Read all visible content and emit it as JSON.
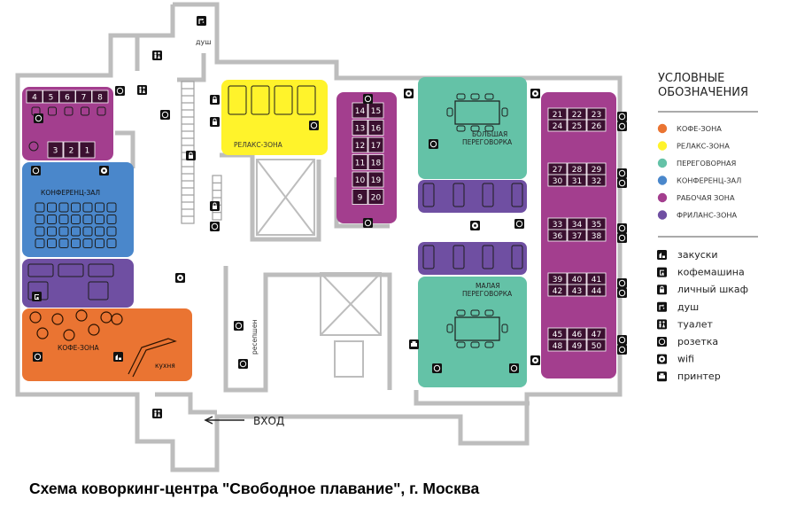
{
  "colors": {
    "coffee": "#ea7432",
    "relax": "#fff32b",
    "meeting": "#64c2a7",
    "conference": "#4a87cb",
    "work": "#a33e8e",
    "freelance": "#6f4fa2",
    "wall": "#bdbdbd",
    "desk": "#3b1030"
  },
  "zones": {
    "relax": "РЕЛАКС-ЗОНА",
    "conference": "КОНФЕРЕНЦ-ЗАЛ",
    "coffee": "КОФЕ-ЗОНА",
    "kitchen": "кухня",
    "big_meeting_1": "БОЛЬШАЯ",
    "big_meeting_2": "ПЕРЕГОВОРКА",
    "small_meeting_1": "МАЛАЯ",
    "small_meeting_2": "ПЕРЕГОВОРКА",
    "reception": "ресепшен",
    "shower": "душ",
    "entrance": "ВХОД"
  },
  "desks": {
    "left_top": [
      "4",
      "5",
      "6",
      "7",
      "8"
    ],
    "left_bottom": [
      "3",
      "2",
      "1"
    ],
    "middle": [
      [
        "14",
        "15"
      ],
      [
        "13",
        "16"
      ],
      [
        "12",
        "17"
      ],
      [
        "11",
        "18"
      ],
      [
        "10",
        "19"
      ],
      [
        "9",
        "20"
      ]
    ],
    "right": [
      [
        "21",
        "22",
        "23"
      ],
      [
        "24",
        "25",
        "26"
      ],
      [
        "27",
        "28",
        "29"
      ],
      [
        "30",
        "31",
        "32"
      ],
      [
        "33",
        "34",
        "35"
      ],
      [
        "36",
        "37",
        "38"
      ],
      [
        "39",
        "40",
        "41"
      ],
      [
        "42",
        "43",
        "44"
      ],
      [
        "45",
        "46",
        "47"
      ],
      [
        "48",
        "49",
        "50"
      ]
    ]
  },
  "legend": {
    "title_1": "УСЛОВНЫЕ",
    "title_2": "ОБОЗНАЧЕНИЯ",
    "zones": [
      {
        "label": "КОФЕ-ЗОНА",
        "color": "#ea7432"
      },
      {
        "label": "РЕЛАКС-ЗОНА",
        "color": "#fff32b"
      },
      {
        "label": "ПЕРЕГОВОРНАЯ",
        "color": "#64c2a7"
      },
      {
        "label": "КОНФЕРЕНЦ-ЗАЛ",
        "color": "#4a87cb"
      },
      {
        "label": "РАБОЧАЯ ЗОНА",
        "color": "#a33e8e"
      },
      {
        "label": "ФРИЛАНС-ЗОНА",
        "color": "#6f4fa2"
      }
    ],
    "icons": [
      {
        "label": "закуски",
        "icon": "snacks-icon"
      },
      {
        "label": "кофемашина",
        "icon": "coffee-machine-icon"
      },
      {
        "label": "личный шкаф",
        "icon": "locker-icon"
      },
      {
        "label": "душ",
        "icon": "shower-icon"
      },
      {
        "label": "туалет",
        "icon": "toilet-icon"
      },
      {
        "label": "розетка",
        "icon": "socket-icon"
      },
      {
        "label": "wifi",
        "icon": "wifi-icon"
      },
      {
        "label": "принтер",
        "icon": "printer-icon"
      }
    ]
  },
  "caption": "Схема коворкинг-центра \"Свободное плавание\", г. Москва"
}
